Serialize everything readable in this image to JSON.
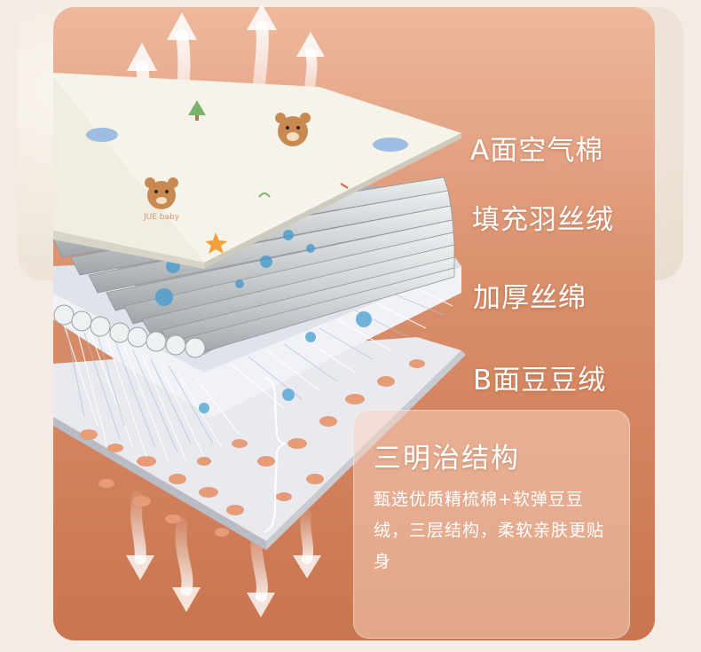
{
  "layers": [
    {
      "label": "A面空气棉"
    },
    {
      "label": "填充羽丝绒"
    },
    {
      "label": "加厚丝绵"
    },
    {
      "label": "B面豆豆绒"
    }
  ],
  "info": {
    "title": "三明治结构",
    "description": "甄选优质精梳棉+软弹豆豆绒，三层结构，柔软亲肤更贴身"
  },
  "mat_print_text": "JUE baby",
  "colors": {
    "panel": "#d98e6a",
    "mat": "#f6f3ea",
    "tubes": "#cfd2d4",
    "fiber": "#e9ecf3",
    "water": "#5aa9d6"
  },
  "icons": [
    "airflow-arrow-icon",
    "bear-icon",
    "tree-icon",
    "cloud-icon",
    "star-icon",
    "water-drop-icon",
    "brace-icon"
  ]
}
